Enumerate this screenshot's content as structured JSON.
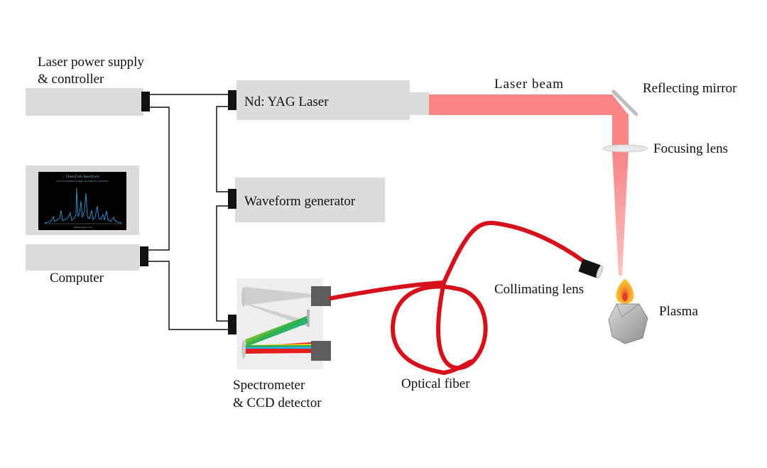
{
  "labels": {
    "laser_power_supply_line1": "Laser power supply",
    "laser_power_supply_line2": "& controller",
    "nd_yag_laser": "Nd:  YAG  Laser",
    "laser_beam": "Laser  beam",
    "reflecting_mirror": "Reflecting mirror",
    "focusing_lens": "Focusing lens",
    "waveform_generator": "Waveform generator",
    "computer": "Computer",
    "collimating_lens": "Collimating lens",
    "plasma": "Plasma",
    "spectrometer_line1": "Spectrometer",
    "spectrometer_line2": "& CCD detector",
    "optical_fiber": "Optical fiber"
  },
  "screen": {
    "title": "ChemCam Spectrum",
    "subtitle": "One of a spectral images recorded by ChemCam",
    "xlabel": "Wavelength (nm)"
  },
  "colors": {
    "laser_beam": "#f98585",
    "fiber": "#d6111b",
    "box": "#dcdcdc",
    "screen_bg": "#000000",
    "spectrum_line": "#2c9bd6"
  }
}
